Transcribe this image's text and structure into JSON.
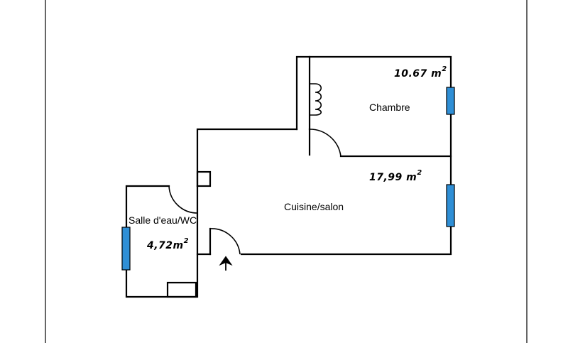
{
  "rooms": {
    "chambre": {
      "name": "Chambre",
      "area": "10.67 m",
      "exponent": "2"
    },
    "cuisine_salon": {
      "name": "Cuisine/salon",
      "area": "17,99 m",
      "exponent": "2"
    },
    "salle_eau": {
      "name": "Salle d'eau/WC",
      "area": "4,72m",
      "exponent": "2"
    }
  },
  "colors": {
    "window_fill": "#2f8fd6",
    "wall": "#000000",
    "background": "#ffffff"
  },
  "icons": {
    "entrance": "arrow-up-icon",
    "window": "window-icon",
    "radiator": "radiator-icon"
  }
}
